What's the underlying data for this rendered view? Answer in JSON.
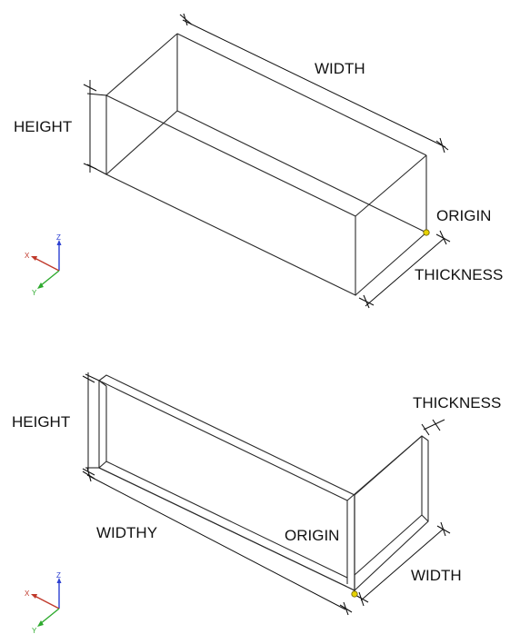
{
  "top_diagram": {
    "labels": {
      "width": "WIDTH",
      "height": "HEIGHT",
      "origin": "ORIGIN",
      "thickness": "THICKNESS"
    }
  },
  "bottom_diagram": {
    "labels": {
      "height": "HEIGHT",
      "thickness": "THICKNESS",
      "widthy": "WIDTHY",
      "origin": "ORIGIN",
      "width": "WIDTH"
    }
  },
  "axis_triad": {
    "x_label": "X",
    "y_label": "Y",
    "z_label": "Z",
    "colors": {
      "x": "#c0392b",
      "y": "#2eaa2e",
      "z": "#2b3fd1"
    }
  },
  "colors": {
    "origin_marker": "#e6d200",
    "line": "#2a2a2a"
  }
}
